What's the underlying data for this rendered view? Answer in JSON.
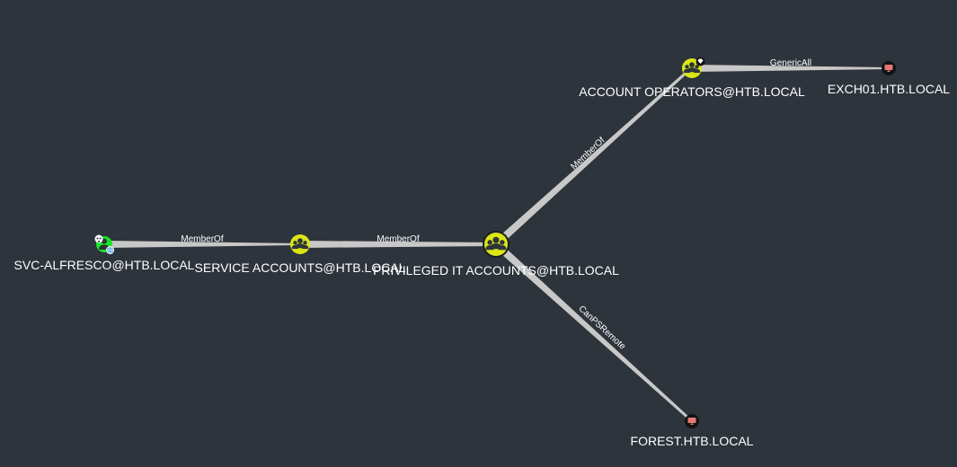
{
  "colors": {
    "background": "#2e343b",
    "group_node": "#dbe617",
    "user_node": "#17e625",
    "computer_node": "#e67873",
    "edge": "#c8c8c8",
    "label": "#ffffff"
  },
  "nodes": {
    "svc_alfresco": {
      "label": "SVC-ALFRESCO@HTB.LOCAL",
      "icon": "user-icon",
      "badges": [
        "skull-icon",
        "globe-icon"
      ]
    },
    "service_accounts": {
      "label": "SERVICE ACCOUNTS@HTB.LOCAL",
      "icon": "group-icon"
    },
    "privileged_it": {
      "label": "PRIVILEGED IT ACCOUNTS@HTB.LOCAL",
      "icon": "group-icon"
    },
    "account_operators": {
      "label": "ACCOUNT OPERATORS@HTB.LOCAL",
      "icon": "group-icon",
      "badges": [
        "diamond-icon"
      ]
    },
    "exch01": {
      "label": "EXCH01.HTB.LOCAL",
      "icon": "computer-icon"
    },
    "forest": {
      "label": "FOREST.HTB.LOCAL",
      "icon": "computer-icon"
    }
  },
  "edges": {
    "e1": {
      "from": "svc_alfresco",
      "to": "service_accounts",
      "label": "MemberOf"
    },
    "e2": {
      "from": "service_accounts",
      "to": "privileged_it",
      "label": "MemberOf"
    },
    "e3": {
      "from": "privileged_it",
      "to": "account_operators",
      "label": "MemberOf"
    },
    "e4": {
      "from": "account_operators",
      "to": "exch01",
      "label": "GenericAll"
    },
    "e5": {
      "from": "privileged_it",
      "to": "forest",
      "label": "CanPSRemote"
    }
  }
}
